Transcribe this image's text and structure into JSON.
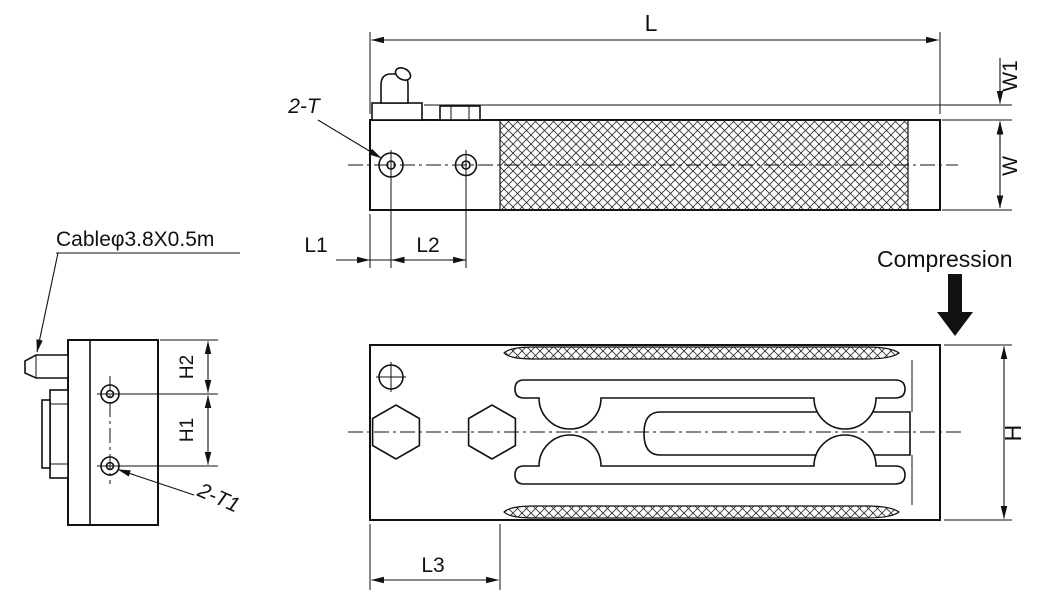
{
  "page": {
    "background": "#ffffff",
    "line_color": "#111111"
  },
  "drawing": {
    "dimensions": {
      "L": "L",
      "W1": "W1",
      "W": "W",
      "L1": "L1",
      "L2": "L2",
      "H2": "H2",
      "H1": "H1",
      "H": "H",
      "L3": "L3"
    },
    "callouts": {
      "top_holes": "2-T",
      "side_holes": "2-T1",
      "cable": "Cableφ3.8X0.5m",
      "load_direction": "Compression"
    }
  }
}
